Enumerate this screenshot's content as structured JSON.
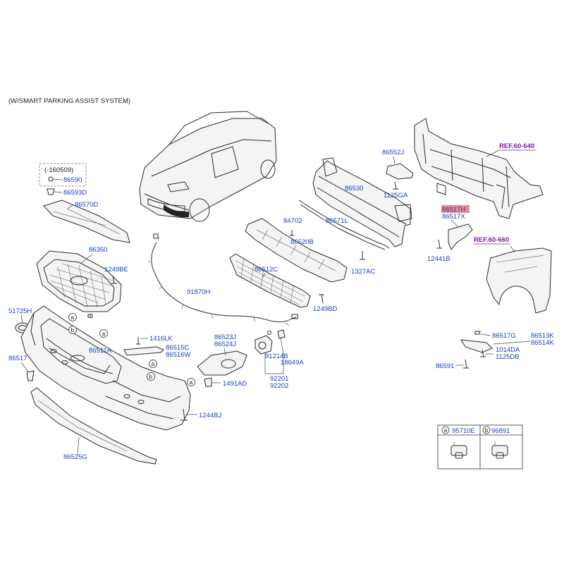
{
  "header": {
    "text": "(W/SMART PARKING ASSIST SYSTEM)"
  },
  "references": {
    "ref1": "REF.60-640",
    "ref2": "REF.60-660"
  },
  "inset": {
    "date_label": "(-160509)"
  },
  "parts": {
    "p86590": "86590",
    "p86593D": "86593D",
    "p86570D": "86570D",
    "p86350": "86350",
    "p1249BE": "1249BE",
    "p51725H": "51725H",
    "p86517": "86517",
    "p86511A": "86511A",
    "p86525G": "86525G",
    "p91870H": "91870H",
    "p1416LK": "1416LK",
    "p86515C": "86515C",
    "p86516W": "86516W",
    "p1491AD": "1491AD",
    "p1244BJ": "1244BJ",
    "p86523J": "86523J",
    "p86524J": "86524J",
    "p91214B": "91214B",
    "p18649A": "18649A",
    "p92201": "92201",
    "p92202": "92202",
    "p84702": "84702",
    "p86520B": "86520B",
    "p86512C": "86512C",
    "p1249BD": "1249BD",
    "p86530": "86530",
    "p86571L": "86571L",
    "p1327AC": "1327AC",
    "p86552J": "86552J",
    "p1125GA": "1125GA",
    "p86517H": "86517H",
    "p86517X": "86517X",
    "p12441B": "12441B",
    "p86517G": "86517G",
    "p86513K": "86513K",
    "p86514K": "86514K",
    "p1014DA": "1014DA",
    "p1125DB": "1125DB",
    "p86591": "86591"
  },
  "legend": {
    "a_key": "a",
    "a_part": "95710E",
    "b_key": "b",
    "b_part": "96891"
  },
  "callouts": {
    "a": "a",
    "b": "b"
  },
  "colors": {
    "part_number": "#1a3fc0",
    "reference": "#7a1fa8",
    "highlight": "#f08a8a"
  }
}
